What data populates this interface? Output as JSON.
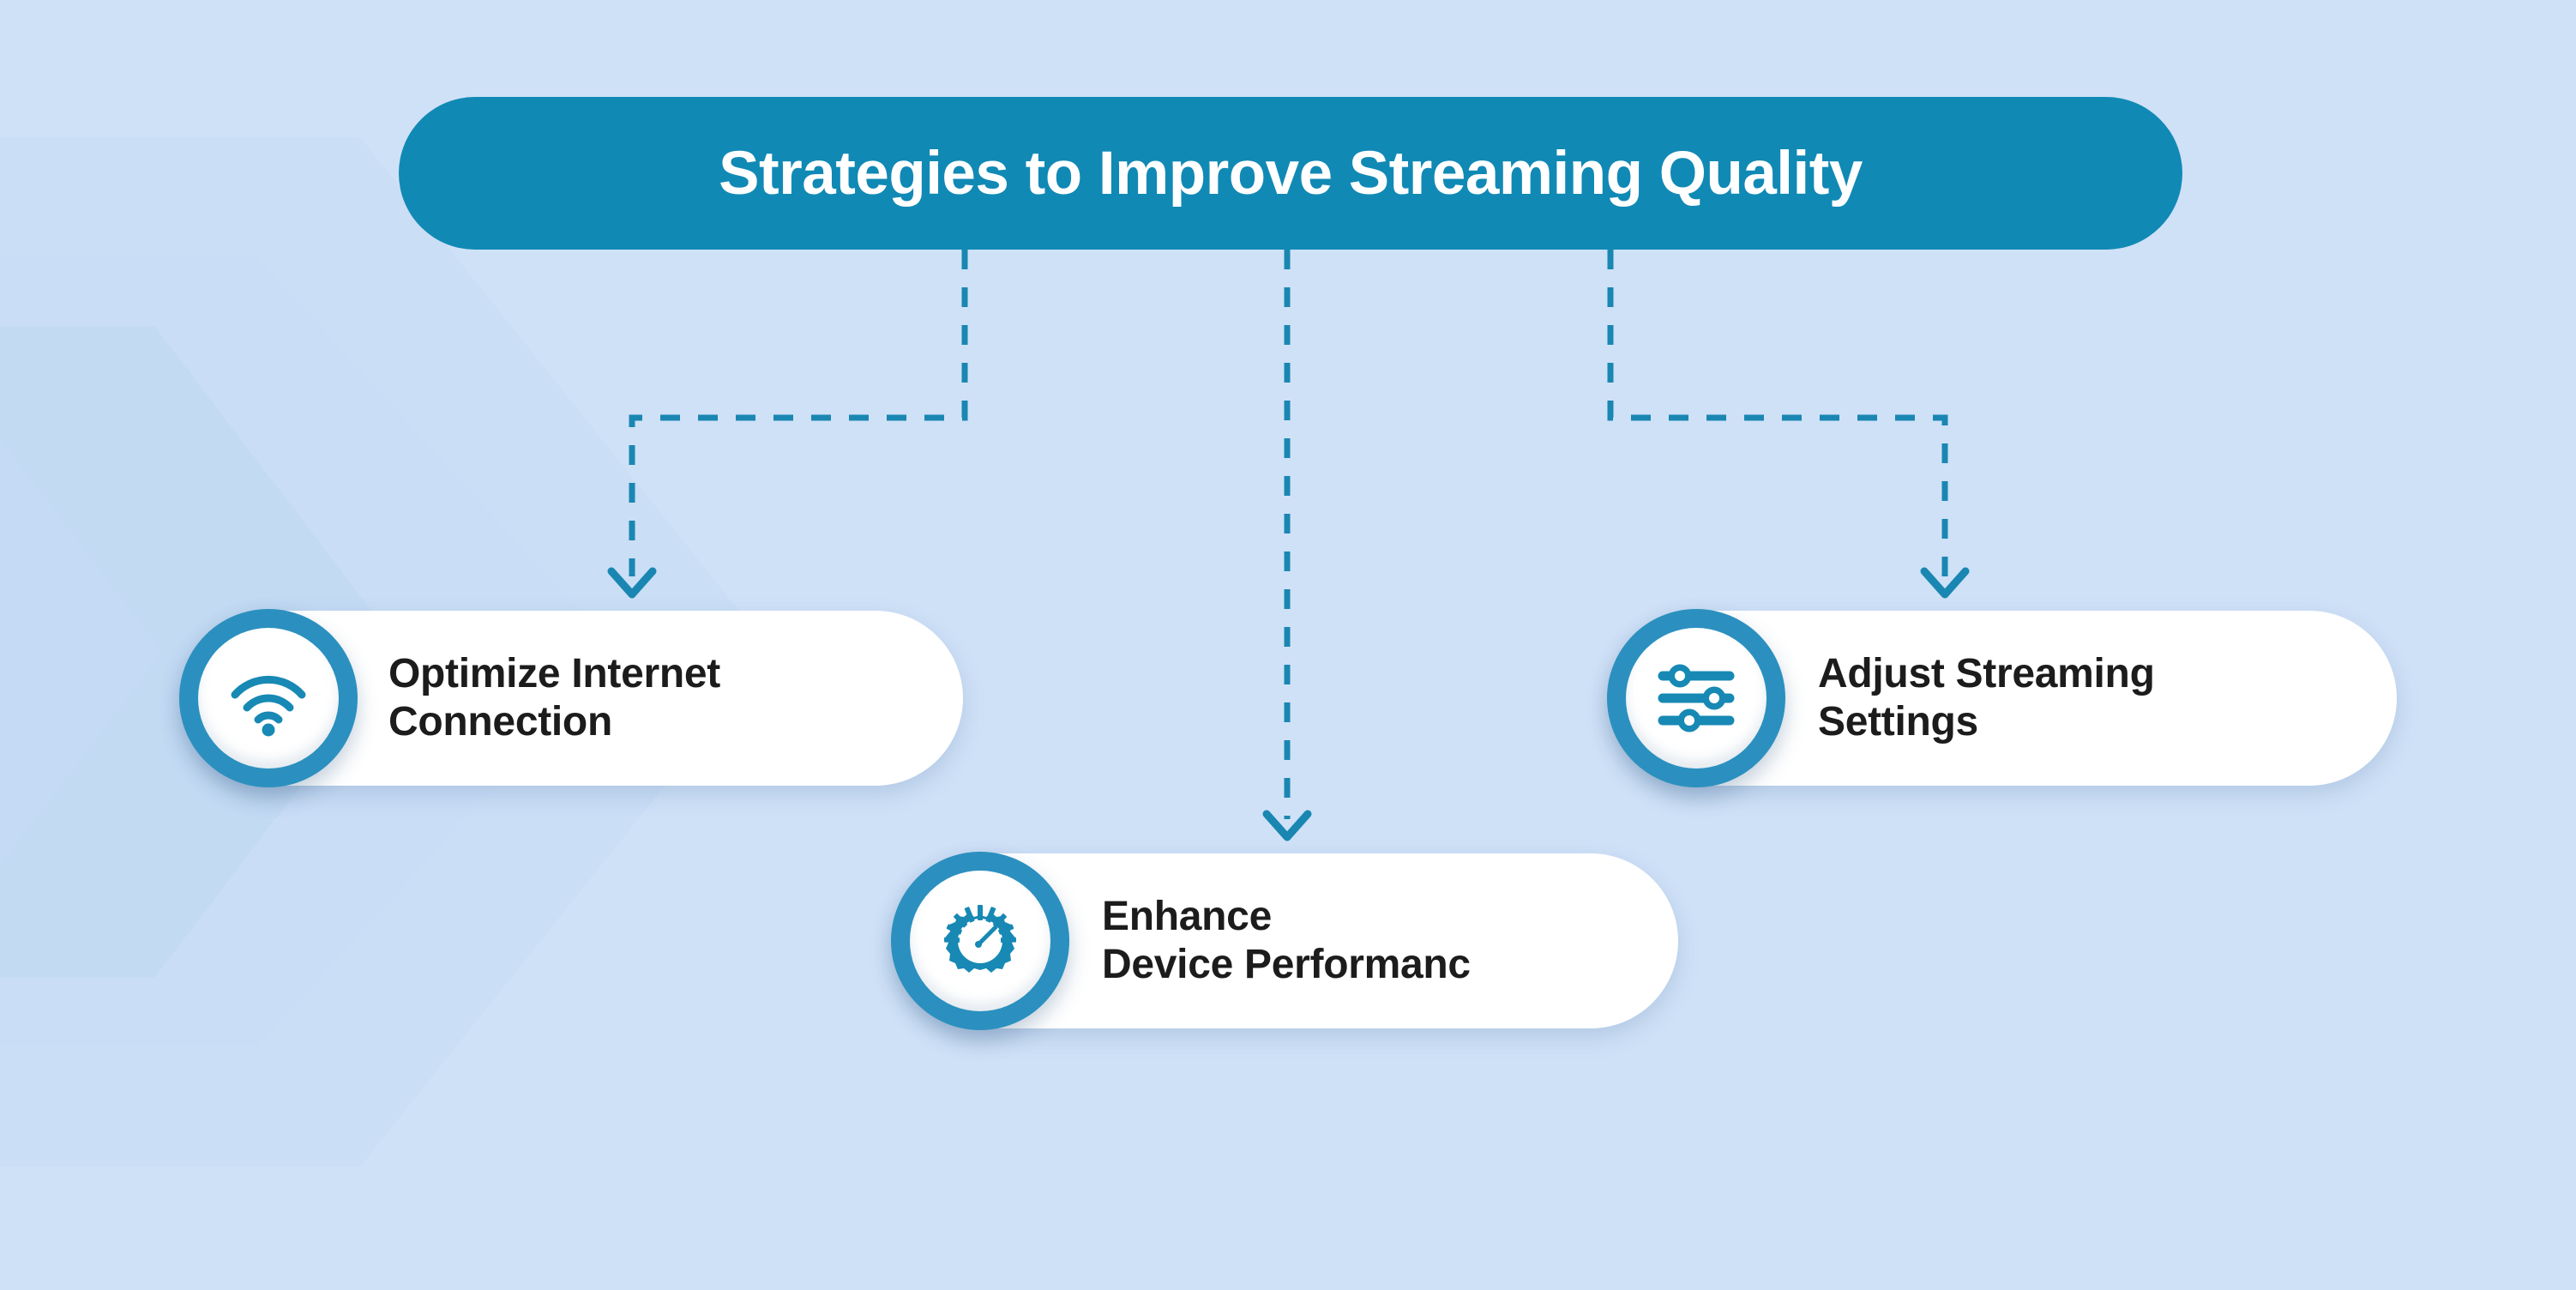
{
  "colors": {
    "background": "#cfe1f7",
    "banner_teal": "#1189b5",
    "icon_ring_teal": "#2b90bf",
    "icon_glyph_teal": "#1789b4",
    "connector_teal": "#1a86b2",
    "card_white": "#ffffff",
    "label_text": "#1c1c1c",
    "title_text": "#ffffff",
    "watermark_blue": "#c3daf4"
  },
  "header": {
    "title": "Strategies to Improve Streaming Quality"
  },
  "nodes": [
    {
      "id": "optimize-internet-connection",
      "label": "Optimize Internet\nConnection",
      "icon": "wifi-icon"
    },
    {
      "id": "enhance-device-performance",
      "label": "Enhance\nDevice Performanc",
      "icon": "speedometer-gear-icon"
    },
    {
      "id": "adjust-streaming-settings",
      "label": "Adjust Streaming\nSettings",
      "icon": "sliders-icon"
    }
  ],
  "connectors": [
    {
      "id": "connector-to-optimize-internet-connection",
      "from": "title-banner",
      "to": "optimize-internet-connection",
      "style": "dashed-elbow",
      "arrow": "chevron-down"
    },
    {
      "id": "connector-to-enhance-device-performance",
      "from": "title-banner",
      "to": "enhance-device-performance",
      "style": "dashed-straight",
      "arrow": "chevron-down"
    },
    {
      "id": "connector-to-adjust-streaming-settings",
      "from": "title-banner",
      "to": "adjust-streaming-settings",
      "style": "dashed-elbow",
      "arrow": "chevron-down"
    }
  ]
}
